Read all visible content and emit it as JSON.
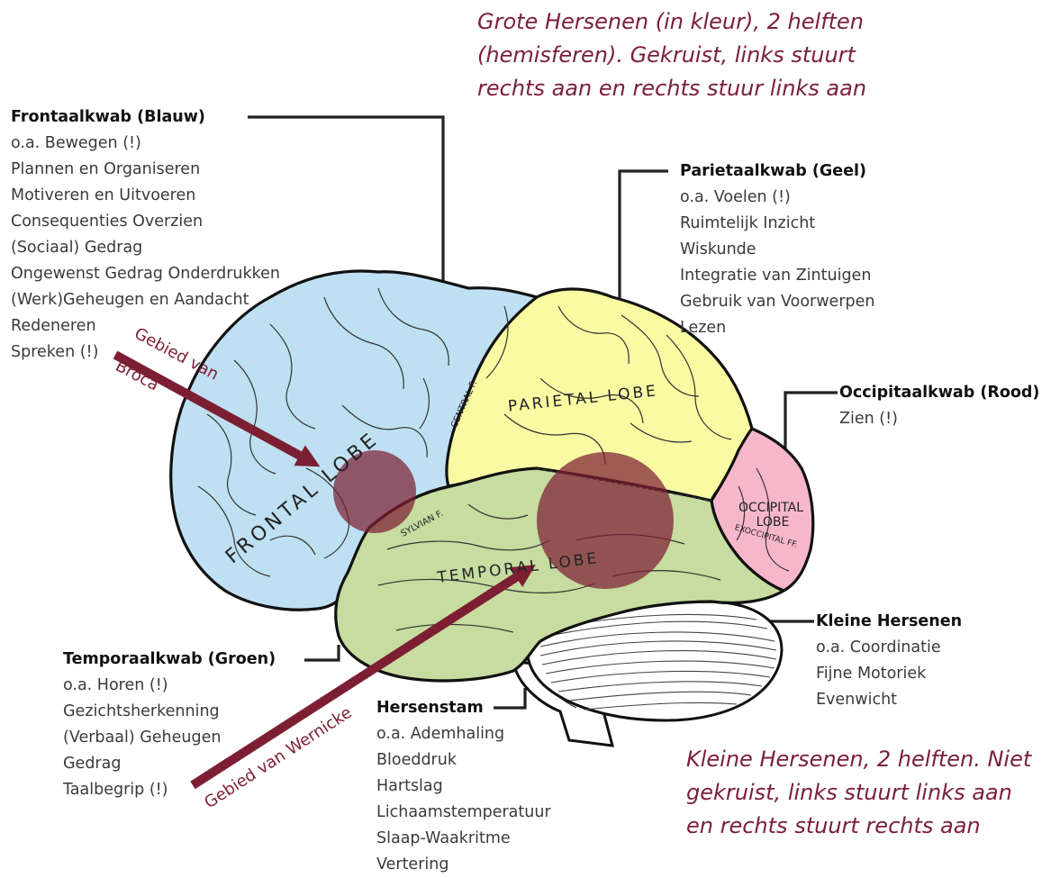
{
  "notes": {
    "top": [
      "Grote Hersenen (in kleur), 2 helften",
      "(hemisferen). Gekruist, links stuurt",
      "rechts aan en rechts stuur links aan"
    ],
    "bottom": [
      "Kleine Hersenen, 2 helften. Niet",
      "gekruist, links stuurt links aan",
      "en rechts stuurt rechts aan"
    ]
  },
  "lobes": {
    "frontal": {
      "heading": "Frontaalkwab (Blauw)",
      "items": [
        "o.a. Bewegen (!)",
        "Plannen en Organiseren",
        "Motiveren en Uitvoeren",
        "Consequenties Overzien",
        "(Sociaal) Gedrag",
        "Ongewenst Gedrag Onderdrukken",
        "(Werk)Geheugen en Aandacht",
        "Redeneren",
        "Spreken (!)"
      ],
      "color": "#bfe0f2"
    },
    "parietal": {
      "heading": "Parietaalkwab (Geel)",
      "items": [
        "o.a. Voelen (!)",
        "Ruimtelijk Inzicht",
        "Wiskunde",
        "Integratie van Zintuigen",
        "Gebruik van Voorwerpen",
        "Lezen"
      ],
      "color": "#fafaa3"
    },
    "occipital": {
      "heading": "Occipitaalkwab (Rood)",
      "items": [
        "Zien (!)"
      ],
      "color": "#f7b7cb"
    },
    "cerebellum": {
      "heading": "Kleine Hersenen",
      "items": [
        "o.a. Coordinatie",
        "Fijne Motoriek",
        "Evenwicht"
      ]
    },
    "temporal": {
      "heading": "Temporaalkwab (Groen)",
      "items": [
        "o.a. Horen (!)",
        "Gezichtsherkenning",
        "(Verbaal) Geheugen",
        "Gedrag",
        "Taalbegrip (!)"
      ],
      "color": "#c6dca0"
    },
    "brainstem": {
      "heading": "Hersenstam",
      "items": [
        "o.a. Ademhaling",
        "Bloeddruk",
        "Hartslag",
        "Lichaamstemperatuur",
        "Slaap-Waakritme",
        "Vertering"
      ]
    }
  },
  "diagram_labels": {
    "frontal_lobe": "FRONTAL LOBE",
    "parietal_lobe": "PARIETAL LOBE",
    "temporal_lobe": "TEMPORAL LOBE",
    "occipital": "OCCIPITAL",
    "lobe": "LOBE",
    "central_f": "CENTRAL F.",
    "sylvian_f": "SYLVIAN F.",
    "exoccipital": "EXOCCIPITAL FF."
  },
  "areas": {
    "broca_line1": "Gebied van",
    "broca_line2": "Broca",
    "wernicke": "Gebied van Wernicke",
    "highlight_color": "#7d1f33"
  }
}
